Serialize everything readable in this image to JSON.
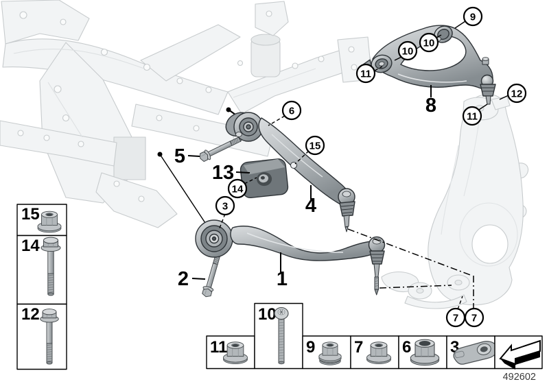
{
  "diagram": {
    "doc_number": "492602",
    "callouts": {
      "p1": "1",
      "p2": "2",
      "b3": "3",
      "p4": "4",
      "p5": "5",
      "b6": "6",
      "b7a": "7",
      "b7b": "7",
      "p8": "8",
      "b9": "9",
      "b10a": "10",
      "b10b": "10",
      "b11a": "11",
      "b11b": "11",
      "b12": "12",
      "p13": "13",
      "b14": "14",
      "b15": "15"
    }
  },
  "legend_left": {
    "items": [
      {
        "label": "15",
        "icon": "flange-nut-icon"
      },
      {
        "label": "14",
        "icon": "flange-bolt-long-icon"
      },
      {
        "label": "12",
        "icon": "flange-bolt-icon"
      }
    ]
  },
  "legend_bottom": {
    "items": [
      {
        "label": "11",
        "icon": "flange-nut-icon"
      },
      {
        "label": "10",
        "icon": "torx-bolt-icon"
      },
      {
        "label": "9",
        "icon": "flange-nut-washer-icon"
      },
      {
        "label": "7",
        "icon": "flange-nut-icon"
      },
      {
        "label": "6",
        "icon": "flange-nut-large-icon"
      },
      {
        "label": "3",
        "icon": "ball-joint-plate-icon"
      }
    ],
    "arrow_icon": "installation-direction-arrow-icon"
  }
}
